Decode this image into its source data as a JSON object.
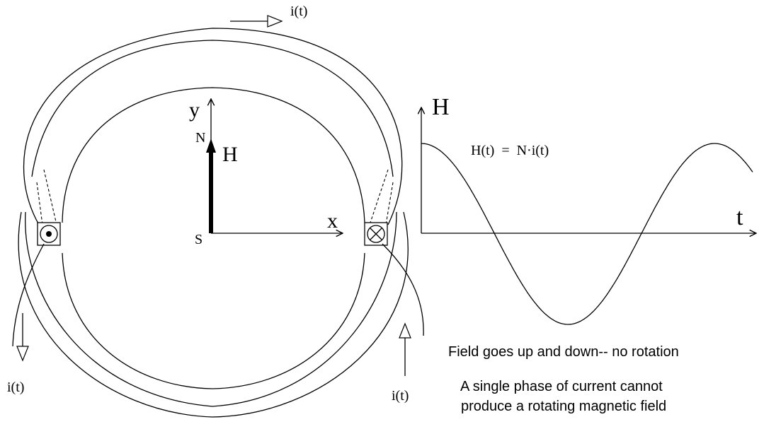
{
  "labels": {
    "current_top": "i(t)",
    "current_left": "i(t)",
    "current_right": "i(t)",
    "axis_y": "y",
    "axis_x": "x",
    "pole_north": "N",
    "pole_south": "S",
    "field_vector": "H",
    "plot_axis_h": "H",
    "plot_axis_t": "t",
    "equation": "H(t)  =  N·i(t)"
  },
  "notes": {
    "no_rotation": "Field goes up and down-- no rotation",
    "single_phase_line1": "A single phase of current cannot",
    "single_phase_line2": "produce a rotating magnetic field"
  },
  "chart_data": {
    "type": "line",
    "title": "",
    "xlabel": "t",
    "ylabel": "H",
    "series": [
      {
        "function": "cosine",
        "relative_amplitude": 1.0,
        "cycles_shown": 1.13,
        "start_phase_deg": 0
      }
    ]
  },
  "colors": {
    "ink": "#000000",
    "background": "#ffffff"
  }
}
